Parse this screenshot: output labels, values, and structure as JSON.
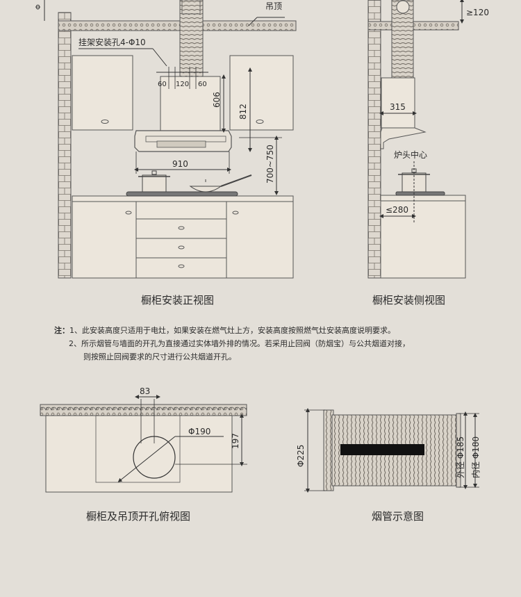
{
  "front_view": {
    "caption": "橱柜安装正视图",
    "ceiling_label": "吊顶",
    "mount_hole_label": "挂架安装孔4-Φ10",
    "dim_60_left": "60",
    "dim_120": "120",
    "dim_60_right": "60",
    "dim_606": "606",
    "dim_812": "812",
    "dim_700_750": "700~750",
    "dim_910": "910",
    "dim_top_cut": "Φ"
  },
  "side_view": {
    "caption": "橱柜安装侧视图",
    "dim_120": "≥120",
    "dim_315": "315",
    "burner_center_label": "炉头中心",
    "dim_280": "≤280"
  },
  "notes": {
    "prefix": "注：",
    "line1": "1、此安装高度只适用于电灶，如果安装在燃气灶上方，安装高度按照燃气灶安装高度说明要求。",
    "line2": "2、所示烟管与墙面的开孔为直接通过实体墙外排的情况。若采用止回阀（防烟宝）与公共烟道对接，",
    "line3": "则按照止回阀要求的尺寸进行公共烟道开孔。"
  },
  "top_view": {
    "caption": "橱柜及吊顶开孔俯视图",
    "dim_83": "83",
    "dim_190": "Φ190",
    "dim_197": "197"
  },
  "duct_view": {
    "caption": "烟管示意图",
    "dim_225": "Φ225",
    "outer_label": "外径 Φ185",
    "inner_label": "内径 Φ180"
  },
  "colors": {
    "background": "#e3dfd8",
    "cabinet": "#ece6dc",
    "line": "#555555",
    "duct_band": "#111111"
  }
}
